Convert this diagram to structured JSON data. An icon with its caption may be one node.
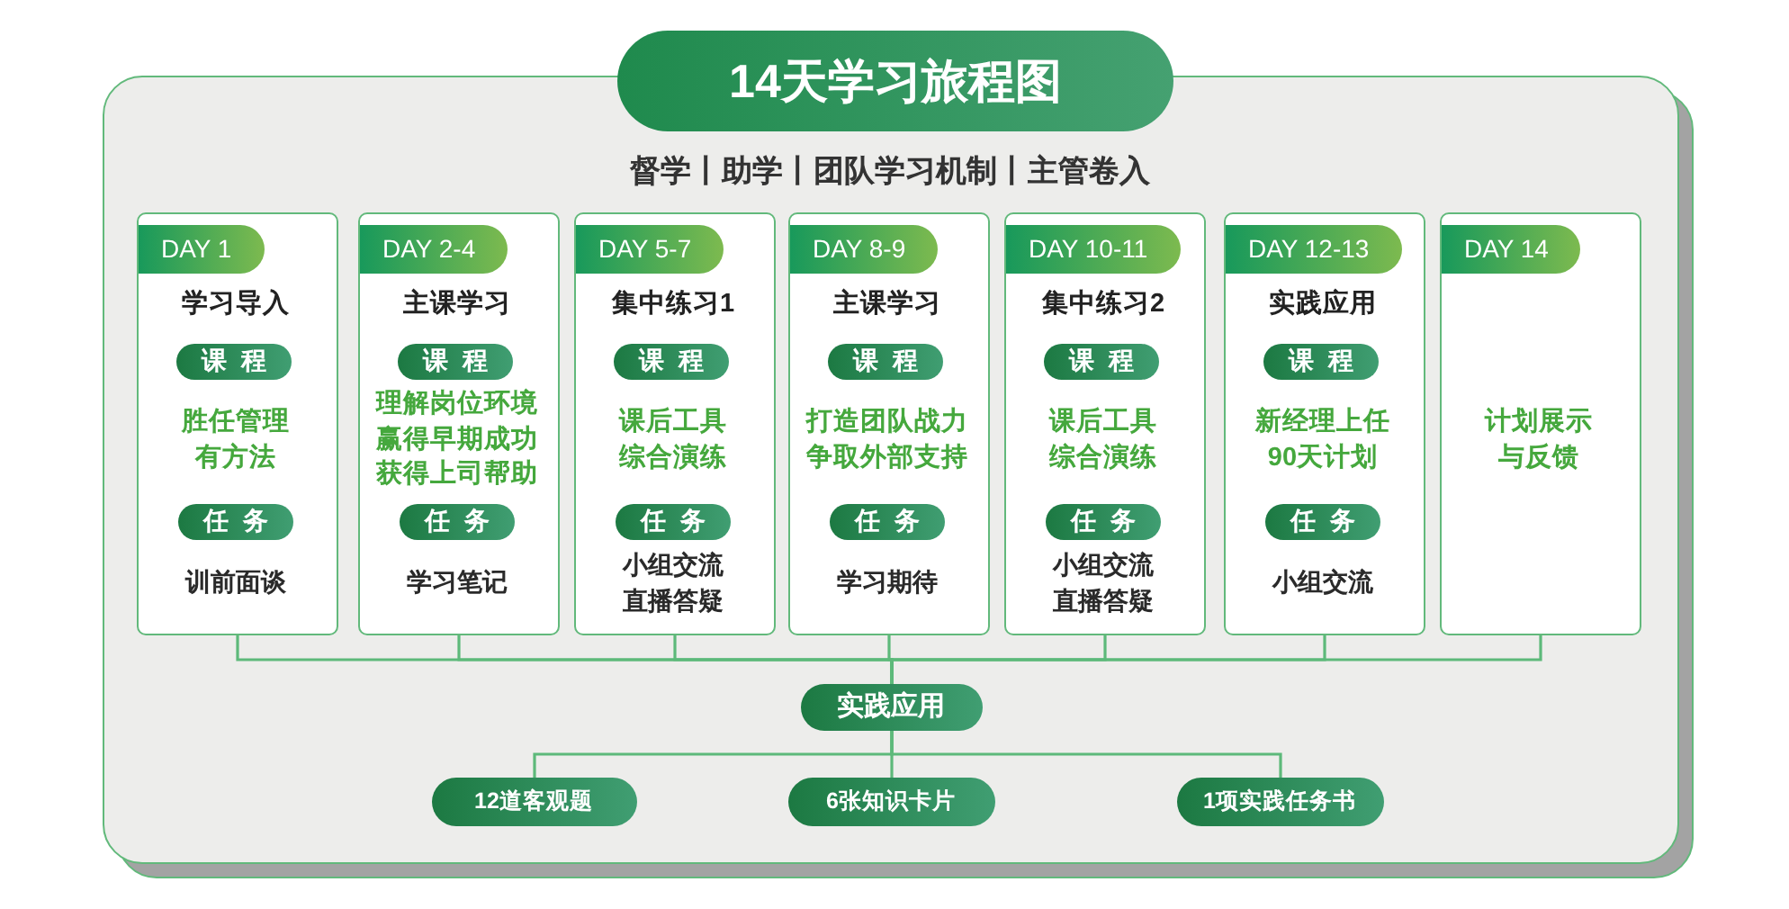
{
  "diagram": {
    "title": "14天学习旅程图",
    "nodes": [
      {
        "text": [
          "督学丨助学丨团队学习机制丨主管卷入"
        ]
      },
      {
        "text": [
          "学习导入",
          "胜任管理有方法",
          "训前面谈"
        ],
        "in": 0
      },
      {
        "text": [
          "DAY 1"
        ],
        "in": 1
      },
      {
        "text": [
          "课程"
        ],
        "in": 1
      },
      {
        "text": [
          "任务"
        ],
        "in": 1
      },
      {
        "text": [
          "主课学习",
          "理解岗位环境赢得早期成功获得上司帮助",
          "学习笔记"
        ],
        "in": 0
      },
      {
        "text": [
          "DAY 2-4"
        ],
        "in": 5
      },
      {
        "text": [
          "课程"
        ],
        "in": 5
      },
      {
        "text": [
          "任务"
        ],
        "in": 5
      },
      {
        "text": [
          "集中练习1",
          "课后工具综合演练",
          "小组交流直播答疑"
        ],
        "in": 0
      },
      {
        "text": [
          "DAY 5-7"
        ],
        "in": 9
      },
      {
        "text": [
          "课程"
        ],
        "in": 9
      },
      {
        "text": [
          "任务"
        ],
        "in": 9
      },
      {
        "text": [
          "主课学习",
          "打造团队战力争取外部支持",
          "学习期待"
        ],
        "in": 0
      },
      {
        "text": [
          "DAY 8-9"
        ],
        "in": 13
      },
      {
        "text": [
          "课程"
        ],
        "in": 13
      },
      {
        "text": [
          "任务"
        ],
        "in": 13
      },
      {
        "text": [
          "集中练习2",
          "课后工具综合演练",
          "小组交流直播答疑"
        ],
        "in": 0
      },
      {
        "text": [
          "DAY 10-11"
        ],
        "in": 17
      },
      {
        "text": [
          "课程"
        ],
        "in": 17
      },
      {
        "text": [
          "任务"
        ],
        "in": 17
      },
      {
        "text": [
          "实践应用",
          "新经理上任90天计划",
          "小组交流"
        ],
        "in": 0
      },
      {
        "text": [
          "DAY 12-13"
        ],
        "in": 21
      },
      {
        "text": [
          "课程"
        ],
        "in": 21
      },
      {
        "text": [
          "任务"
        ],
        "in": 21
      },
      {
        "text": [
          "计划展示与反馈"
        ],
        "in": 0
      },
      {
        "text": [
          "DAY 14"
        ],
        "in": 25
      },
      {
        "text": [
          "实践应用"
        ],
        "in": 0
      },
      {
        "text": [
          "12道客观题"
        ],
        "in": 0
      },
      {
        "text": [
          "6张知识卡片"
        ],
        "in": 0
      },
      {
        "text": [
          "1项实践任务书"
        ],
        "in": 0
      }
    ],
    "edges": [
      {
        "from": 1,
        "to": 27,
        "arrow": "none"
      },
      {
        "from": 5,
        "to": 27,
        "arrow": "none"
      },
      {
        "from": 9,
        "to": 27,
        "arrow": "none"
      },
      {
        "from": 13,
        "to": 27,
        "arrow": "none"
      },
      {
        "from": 17,
        "to": 27,
        "arrow": "none"
      },
      {
        "from": 21,
        "to": 27,
        "arrow": "none"
      },
      {
        "from": 25,
        "to": 27,
        "arrow": "none"
      },
      {
        "from": 27,
        "to": 28,
        "arrow": "none"
      },
      {
        "from": 27,
        "to": 29,
        "arrow": "none"
      },
      {
        "from": 27,
        "to": 30,
        "arrow": "none"
      }
    ]
  }
}
